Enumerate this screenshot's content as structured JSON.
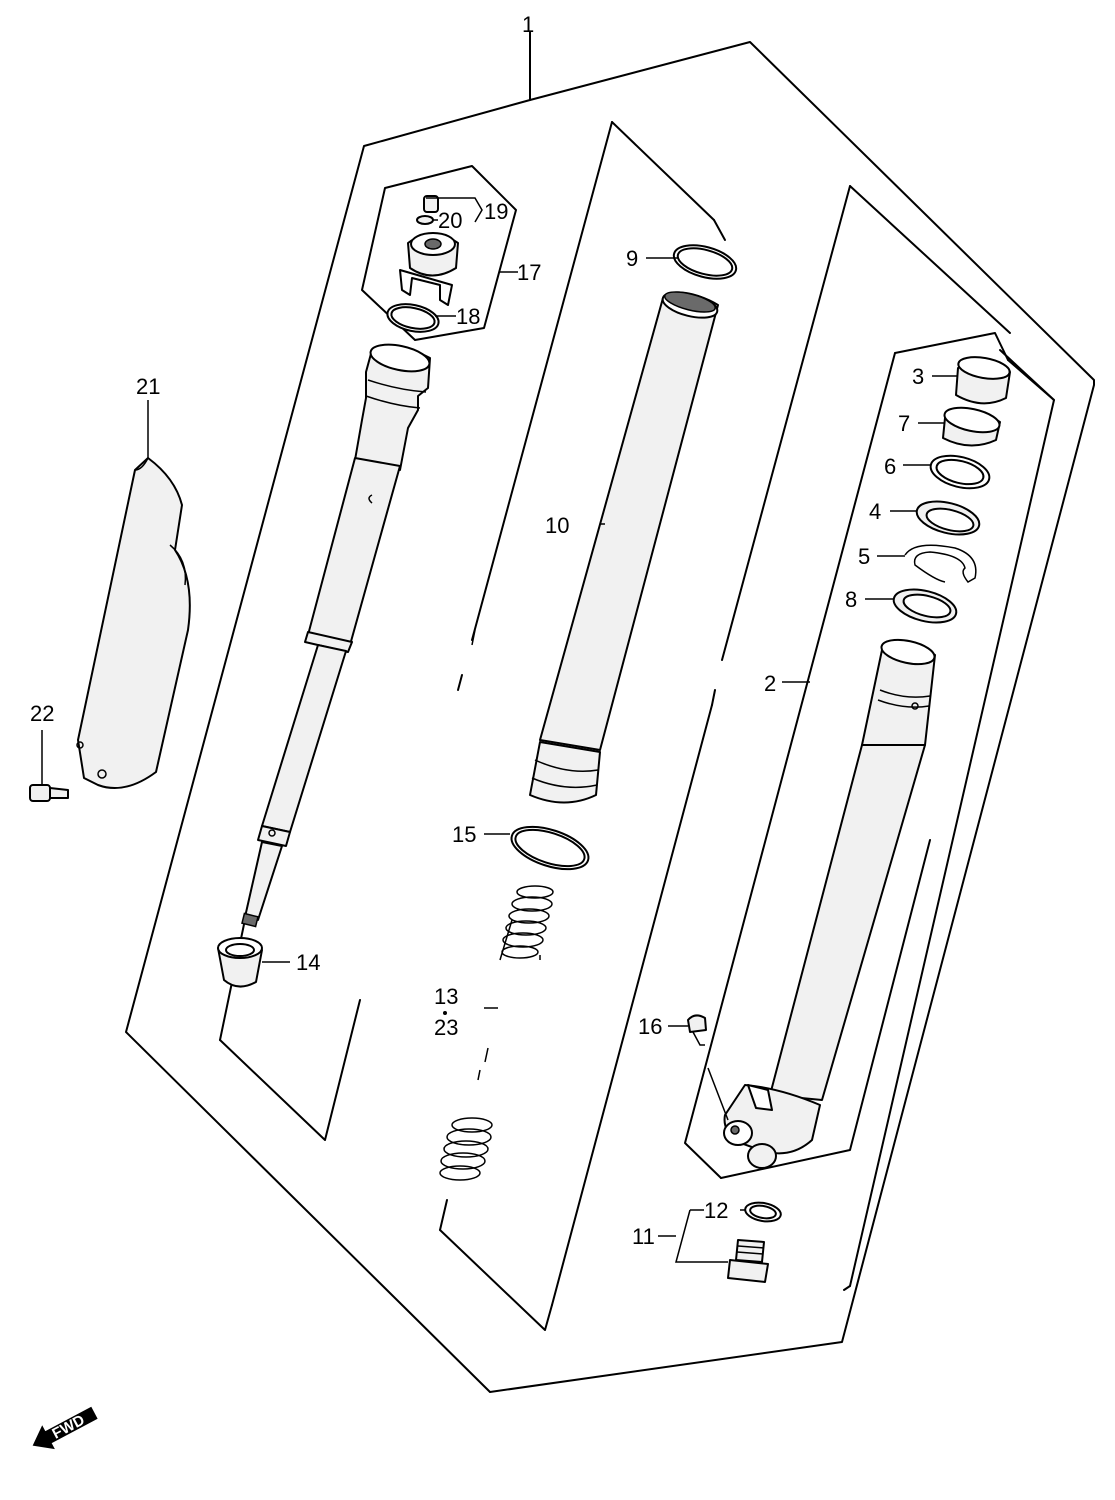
{
  "callouts": [
    {
      "id": "c1",
      "text": "1"
    },
    {
      "id": "c2",
      "text": "2"
    },
    {
      "id": "c3",
      "text": "3"
    },
    {
      "id": "c4",
      "text": "4"
    },
    {
      "id": "c5",
      "text": "5"
    },
    {
      "id": "c6",
      "text": "6"
    },
    {
      "id": "c7",
      "text": "7"
    },
    {
      "id": "c8",
      "text": "8"
    },
    {
      "id": "c9",
      "text": "9"
    },
    {
      "id": "c10",
      "text": "10"
    },
    {
      "id": "c11",
      "text": "11"
    },
    {
      "id": "c12",
      "text": "12"
    },
    {
      "id": "c13",
      "text": "13"
    },
    {
      "id": "c14",
      "text": "14"
    },
    {
      "id": "c15",
      "text": "15"
    },
    {
      "id": "c16",
      "text": "16"
    },
    {
      "id": "c17",
      "text": "17"
    },
    {
      "id": "c18",
      "text": "18"
    },
    {
      "id": "c19",
      "text": "19"
    },
    {
      "id": "c20",
      "text": "20"
    },
    {
      "id": "c21",
      "text": "21"
    },
    {
      "id": "c22",
      "text": "22"
    },
    {
      "id": "c23",
      "text": "23"
    }
  ],
  "direction_arrow": {
    "text": "FWD",
    "icon": "forward-arrow-icon"
  }
}
